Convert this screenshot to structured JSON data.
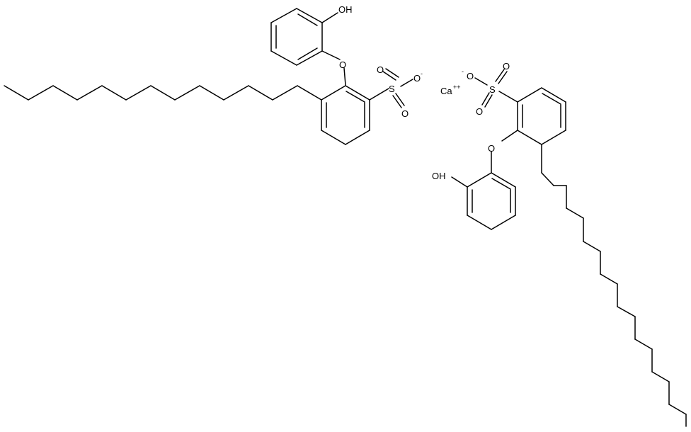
{
  "molecule": {
    "atom_labels": {
      "hydroxyl_1": "OH",
      "ether_oxygen_1": "O",
      "sulfur_1": "S",
      "sulfonyl_oxygen_1a": "O",
      "sulfonyl_oxygen_1b": "O",
      "sulfonate_oxygen_1": "O",
      "sulfonate_charge_1": "-",
      "hydroxyl_2": "OH",
      "ether_oxygen_2": "O",
      "sulfur_2": "S",
      "sulfonyl_oxygen_2a": "O",
      "sulfonyl_oxygen_2b": "O",
      "sulfonate_oxygen_2": "O",
      "sulfonate_charge_2": "-",
      "calcium": "Ca",
      "calcium_charge": "++"
    }
  }
}
